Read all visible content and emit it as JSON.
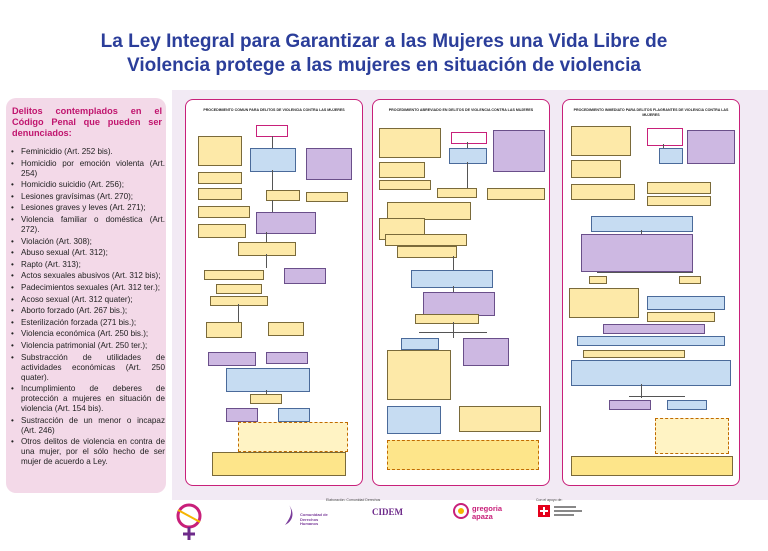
{
  "title": {
    "line1": "La Ley Integral para Garantizar a las Mujeres una Vida Libre de",
    "line2": "Violencia protege a las mujeres en situación de violencia"
  },
  "left": {
    "heading": "Delitos contemplados en el Código Penal que pueden ser denunciados:",
    "items": [
      "Feminicidio (Art. 252 bis).",
      "Homicidio por emoción violenta (Art. 254)",
      "Homicidio suicidio (Art. 256);",
      "Lesiones gravísimas (Art. 270);",
      "Lesiones graves y leves (Art. 271);",
      "Violencia familiar o doméstica (Art. 272).",
      "Violación (Art. 308);",
      "Abuso sexual (Art. 312);",
      "Rapto (Art. 313);",
      "Actos sexuales abusivos (Art. 312 bis);",
      "Padecimientos sexuales (Art. 312 ter.);",
      "Acoso sexual (Art. 312 quater);",
      "Aborto forzado (Art. 267 bis.);",
      "Esterilización forzada (271 bis.);",
      "Violencia económica (Art. 250 bis.);",
      "Violencia patrimonial (Art. 250 ter.);",
      "Substracción de utilidades de actividades económicas (Art. 250 quater).",
      "Incumplimiento de deberes de protección a mujeres en situación de violencia (Art. 154 bis).",
      "Sustracción de un menor o incapaz (Art. 246)",
      "Otros delitos de violencia en contra de una mujer, por el sólo hecho de ser mujer de acuerdo a Ley."
    ]
  },
  "boards": [
    {
      "title": "PROCEDIMIENTO COMUN PARA DELITOS DE VIOLENCIA CONTRA LAS MUJERES"
    },
    {
      "title": "PROCEDIMIENTO ABREVIADO EN DELITOS DE VIOLENCIA CONTRA LAS MUJERES"
    },
    {
      "title": "PROCEDIMIENTO INMEDIATO PARA DELITOS FLAGRANTES DE VIOLENCIA CONTRA LAS MUJERES"
    }
  ],
  "colors": {
    "title": "#2b3e9a",
    "accent": "#c0156e",
    "panel": "#f3d9e8"
  },
  "logos": {
    "elaboration_label": "Elaboración: Comunidad Derechos",
    "support_label": "Con el apoyo de:",
    "comunidad": "Comunidad de Derechos Humanos",
    "cidem": "CIDEM",
    "gregoria": "gregoria apaza"
  }
}
